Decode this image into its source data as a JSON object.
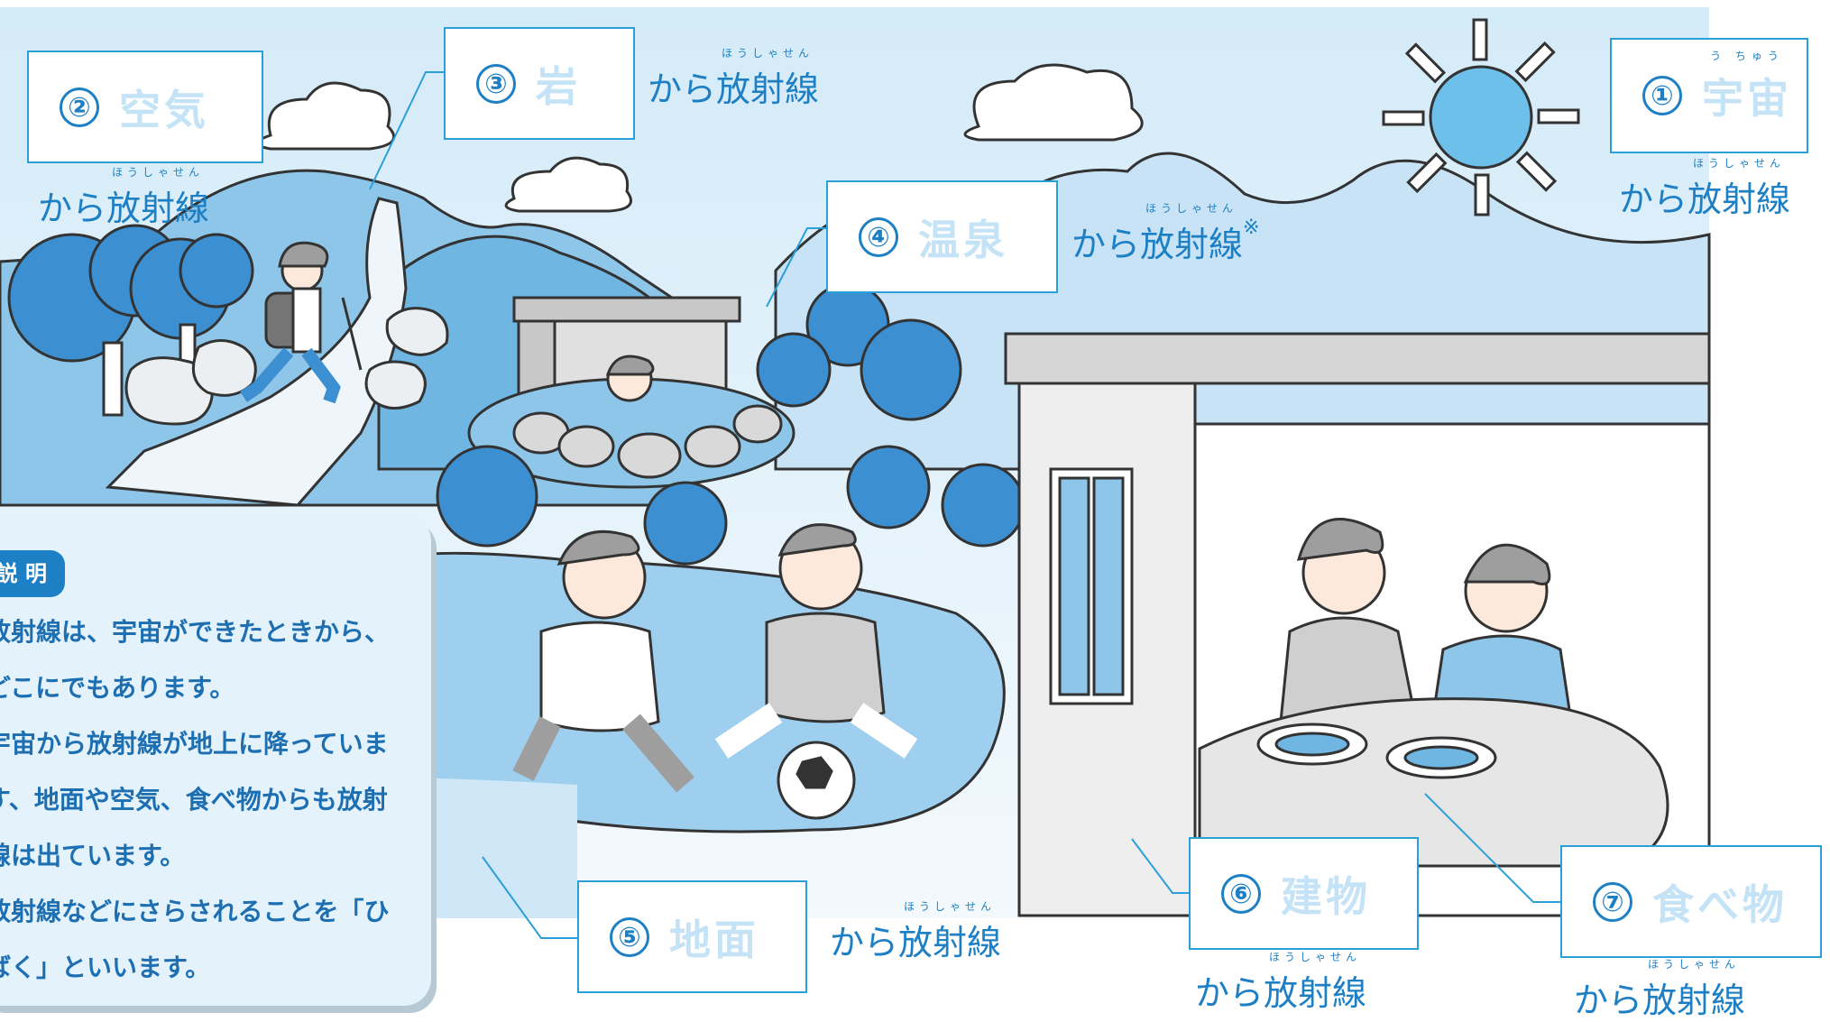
{
  "labels": {
    "uchu": {
      "num": "①",
      "word": "宇宙",
      "ruby": "う ちゅう"
    },
    "kuki": {
      "num": "②",
      "word": "空気"
    },
    "iwa": {
      "num": "③",
      "word": "岩"
    },
    "onsen": {
      "num": "④",
      "word": "温泉"
    },
    "jimen": {
      "num": "⑤",
      "word": "地面"
    },
    "tatemono": {
      "num": "⑥",
      "word": "建物"
    },
    "tabemono": {
      "num": "⑦",
      "word": "食べ物"
    }
  },
  "caption": {
    "kara": "から",
    "hoshasen": "放射線",
    "furigana": "ほうしゃせん",
    "note_mark": "※"
  },
  "explanation": {
    "badge": "説 明",
    "lines": [
      "放射線は、宇宙ができたときから、",
      "どこにでもあります。",
      "宇宙から放射線が地上に降っていま",
      "す、地面や空気、食べ物からも放射",
      "線は出ています。",
      "放射線などにさらされることを「ひ",
      "ばく」といいます。"
    ]
  },
  "colors": {
    "accent": "#1d7fc4",
    "line": "#2a9fd8",
    "sky": "#d6ecf8",
    "sun": "#6cc0ea",
    "foliage": "#3c8fd0",
    "ground": "#9fcfee"
  }
}
